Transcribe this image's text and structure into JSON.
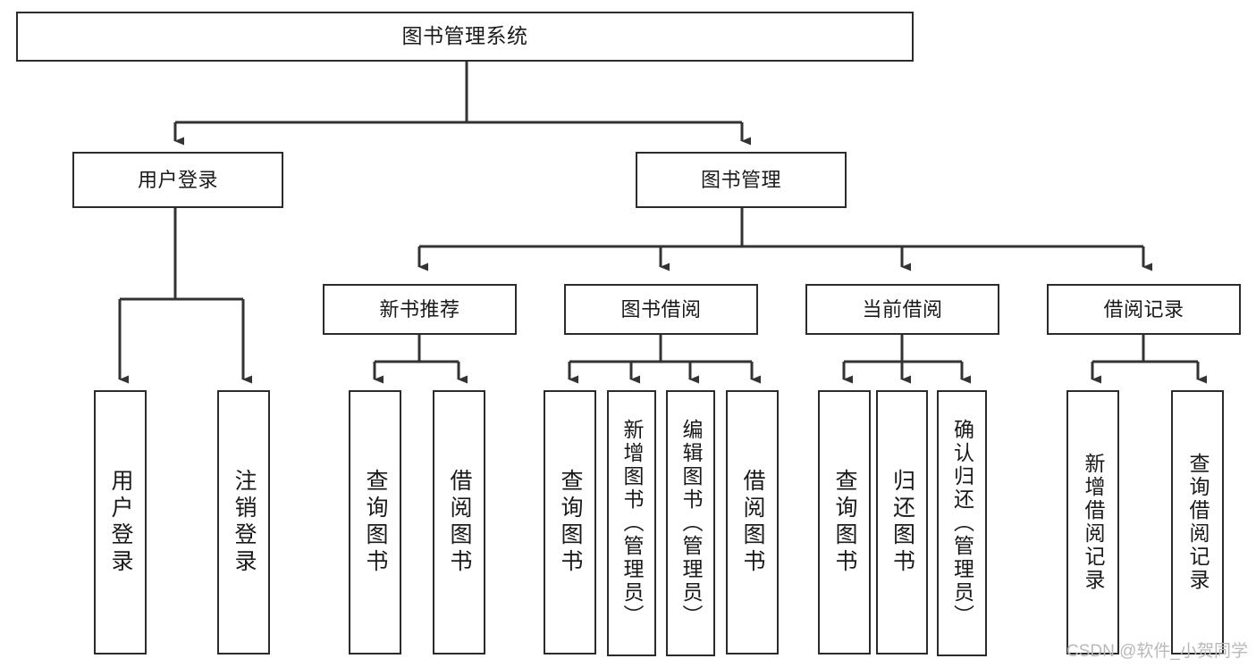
{
  "diagram": {
    "type": "tree-hierarchy-chart",
    "title": "图书管理系统",
    "colors": {
      "box_border": "#2b2b2b",
      "box_fill": "#ffffff",
      "connector": "#333333",
      "text": "#1a1a1a",
      "watermark": "#b9b9b9",
      "background": "#ffffff"
    },
    "root": {
      "label": "图书管理系统"
    },
    "level2": [
      {
        "label": "用户登录"
      },
      {
        "label": "图书管理"
      }
    ],
    "level3": [
      {
        "label": "新书推荐"
      },
      {
        "label": "图书借阅"
      },
      {
        "label": "当前借阅"
      },
      {
        "label": "借阅记录"
      }
    ],
    "leaves": {
      "user_login": [
        {
          "label": "用户登录"
        },
        {
          "label": "注销登录"
        }
      ],
      "new_book_recommend": [
        {
          "label": "查询图书"
        },
        {
          "label": "借阅图书"
        }
      ],
      "book_borrow": [
        {
          "label": "查询图书"
        },
        {
          "label": "新增图书（管理员）"
        },
        {
          "label": "编辑图书（管理员）"
        },
        {
          "label": "借阅图书"
        }
      ],
      "current_borrow": [
        {
          "label": "查询图书"
        },
        {
          "label": "归还图书"
        },
        {
          "label": "确认归还（管理员）"
        }
      ],
      "borrow_record": [
        {
          "label": "新增借阅记录"
        },
        {
          "label": "查询借阅记录"
        }
      ]
    }
  },
  "watermark": {
    "text": "CSDN @软件_小贺同学"
  }
}
